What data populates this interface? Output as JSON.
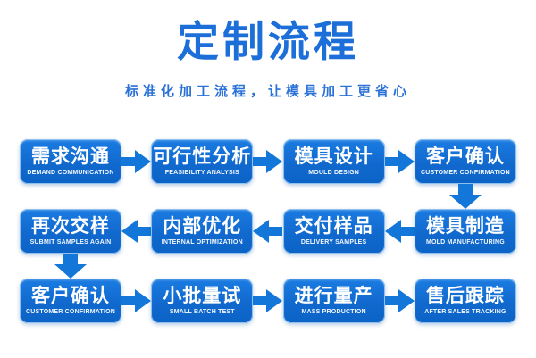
{
  "header": {
    "title": "定制流程",
    "subtitle": "标准化加工流程，让模具加工更省心"
  },
  "colors": {
    "title_text": "#1c6fd8",
    "subtitle_text": "#2a72d8",
    "box_top": "#1b7ce2",
    "box_bottom": "#0c63c6",
    "box_edge": "#8fc1f0",
    "arrow": "#1377d9",
    "step_text": "#ffffff"
  },
  "flow": {
    "rows": [
      {
        "direction": "right",
        "steps": [
          {
            "zh": "需求沟通",
            "en": "DEMAND COMMUNICATION"
          },
          {
            "zh": "可行性分析",
            "en": "FEASIBILITY ANALYSIS"
          },
          {
            "zh": "模具设计",
            "en": "MOULD DESIGN"
          },
          {
            "zh": "客户确认",
            "en": "CUSTOMER CONFIRMATION"
          }
        ]
      },
      {
        "direction": "left",
        "steps": [
          {
            "zh": "再次交样",
            "en": "SUBMIT SAMPLES AGAIN"
          },
          {
            "zh": "内部优化",
            "en": "INTERNAL OPTIMIZATION"
          },
          {
            "zh": "交付样品",
            "en": "DELIVERY SAMPLES"
          },
          {
            "zh": "模具制造",
            "en": "MOLD MANUFACTURING"
          }
        ]
      },
      {
        "direction": "right",
        "steps": [
          {
            "zh": "客户确认",
            "en": "CUSTOMER CONFIRMATION"
          },
          {
            "zh": "小批量试",
            "en": "SMALL BATCH TEST"
          },
          {
            "zh": "进行量产",
            "en": "MASS PRODUCTION"
          },
          {
            "zh": "售后跟踪",
            "en": "AFTER SALES TRACKING"
          }
        ]
      }
    ]
  }
}
